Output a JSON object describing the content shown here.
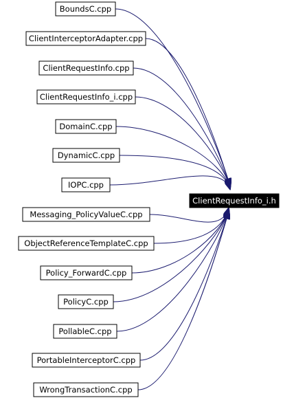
{
  "target": {
    "label": "ClientRequestInfo_i.h"
  },
  "sources": [
    {
      "label": "BoundsC.cpp"
    },
    {
      "label": "ClientInterceptorAdapter.cpp"
    },
    {
      "label": "ClientRequestInfo.cpp"
    },
    {
      "label": "ClientRequestInfo_i.cpp"
    },
    {
      "label": "DomainC.cpp"
    },
    {
      "label": "DynamicC.cpp"
    },
    {
      "label": "IOPC.cpp"
    },
    {
      "label": "Messaging_PolicyValueC.cpp"
    },
    {
      "label": "ObjectReferenceTemplateC.cpp"
    },
    {
      "label": "Policy_ForwardC.cpp"
    },
    {
      "label": "PolicyC.cpp"
    },
    {
      "label": "PollableC.cpp"
    },
    {
      "label": "PortableInterceptorC.cpp"
    },
    {
      "label": "WrongTransactionC.cpp"
    }
  ],
  "colors": {
    "edge": "#1a1a6e",
    "target_fill": "#000000",
    "target_text": "#ffffff"
  }
}
